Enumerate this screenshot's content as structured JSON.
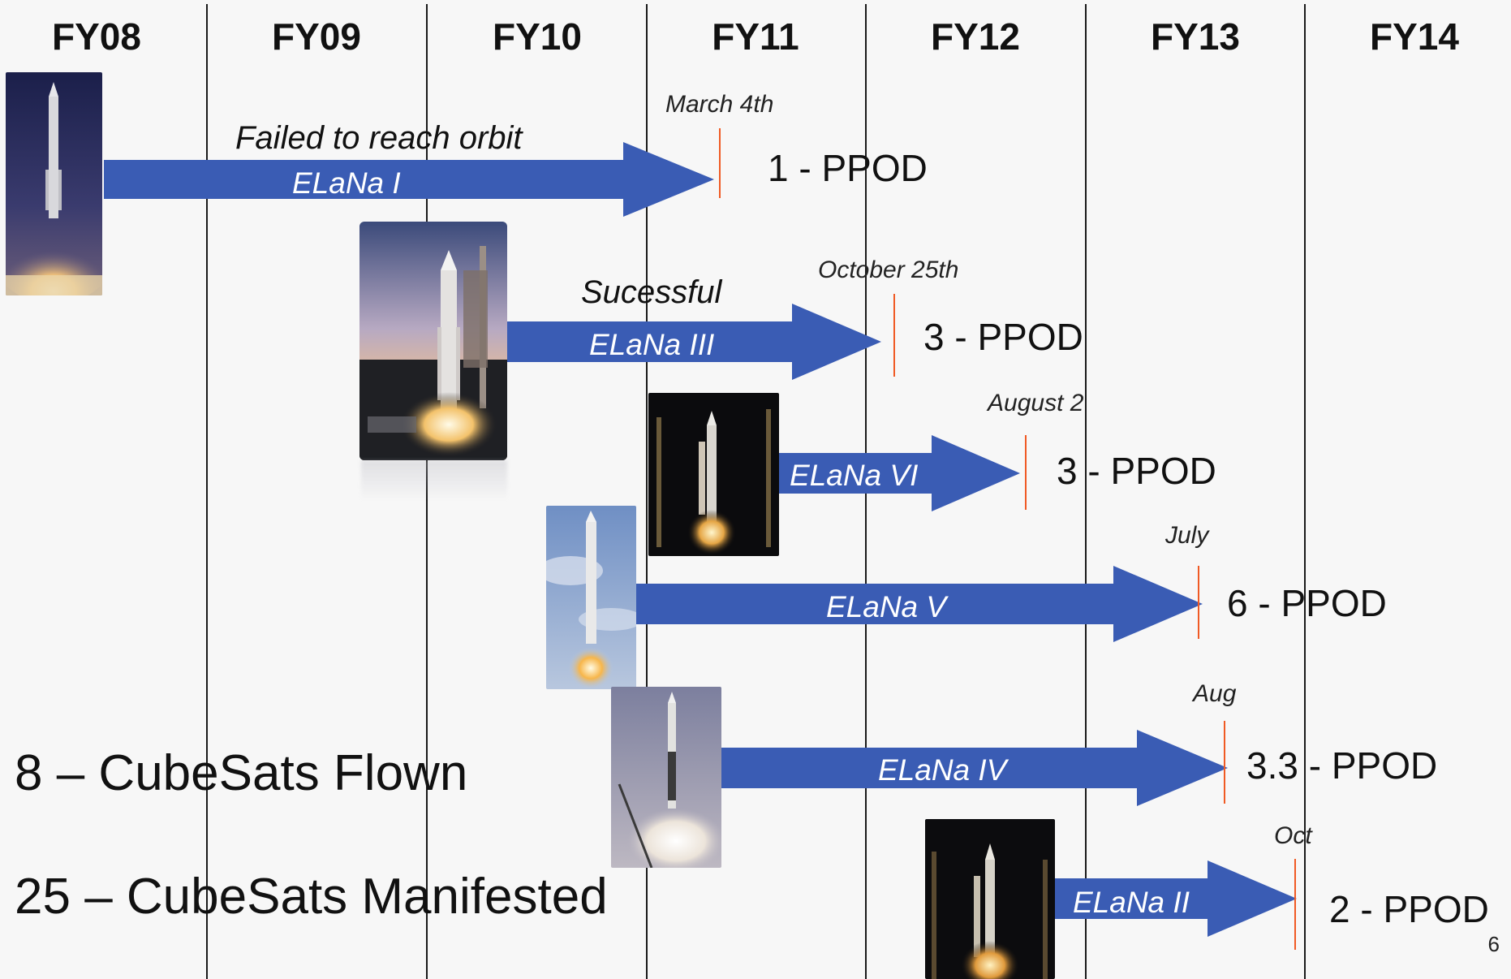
{
  "fiscal_years": [
    "FY08",
    "FY09",
    "FY10",
    "FY11",
    "FY12",
    "FY13",
    "FY14"
  ],
  "colors": {
    "arrow": "#3a5cb4",
    "marker": "#f05a24",
    "background": "#f7f7f7"
  },
  "missions": [
    {
      "name": "ELaNa I",
      "status": "Failed to reach orbit",
      "date": "March 4th",
      "ppod": "1 - PPOD",
      "photo_icon": "rocket-launch-photo"
    },
    {
      "name": "ELaNa III",
      "status": "Sucessful",
      "date": "October 25th",
      "ppod": "3 - PPOD",
      "photo_icon": "rocket-launch-photo"
    },
    {
      "name": "ELaNa VI",
      "status": "",
      "date": "August 2",
      "ppod": "3 - PPOD",
      "photo_icon": "rocket-launch-photo"
    },
    {
      "name": "ELaNa V",
      "status": "",
      "date": "July",
      "ppod": "6 - PPOD",
      "photo_icon": "rocket-launch-photo"
    },
    {
      "name": "ELaNa IV",
      "status": "",
      "date": "Aug",
      "ppod": "3.3 - PPOD",
      "photo_icon": "rocket-launch-photo"
    },
    {
      "name": "ELaNa II",
      "status": "",
      "date": "Oct",
      "ppod": "2 - PPOD",
      "photo_icon": "rocket-launch-photo"
    }
  ],
  "summary": {
    "flown": "8 – CubeSats Flown",
    "manifested": "25 – CubeSats Manifested"
  },
  "page_number": "6"
}
